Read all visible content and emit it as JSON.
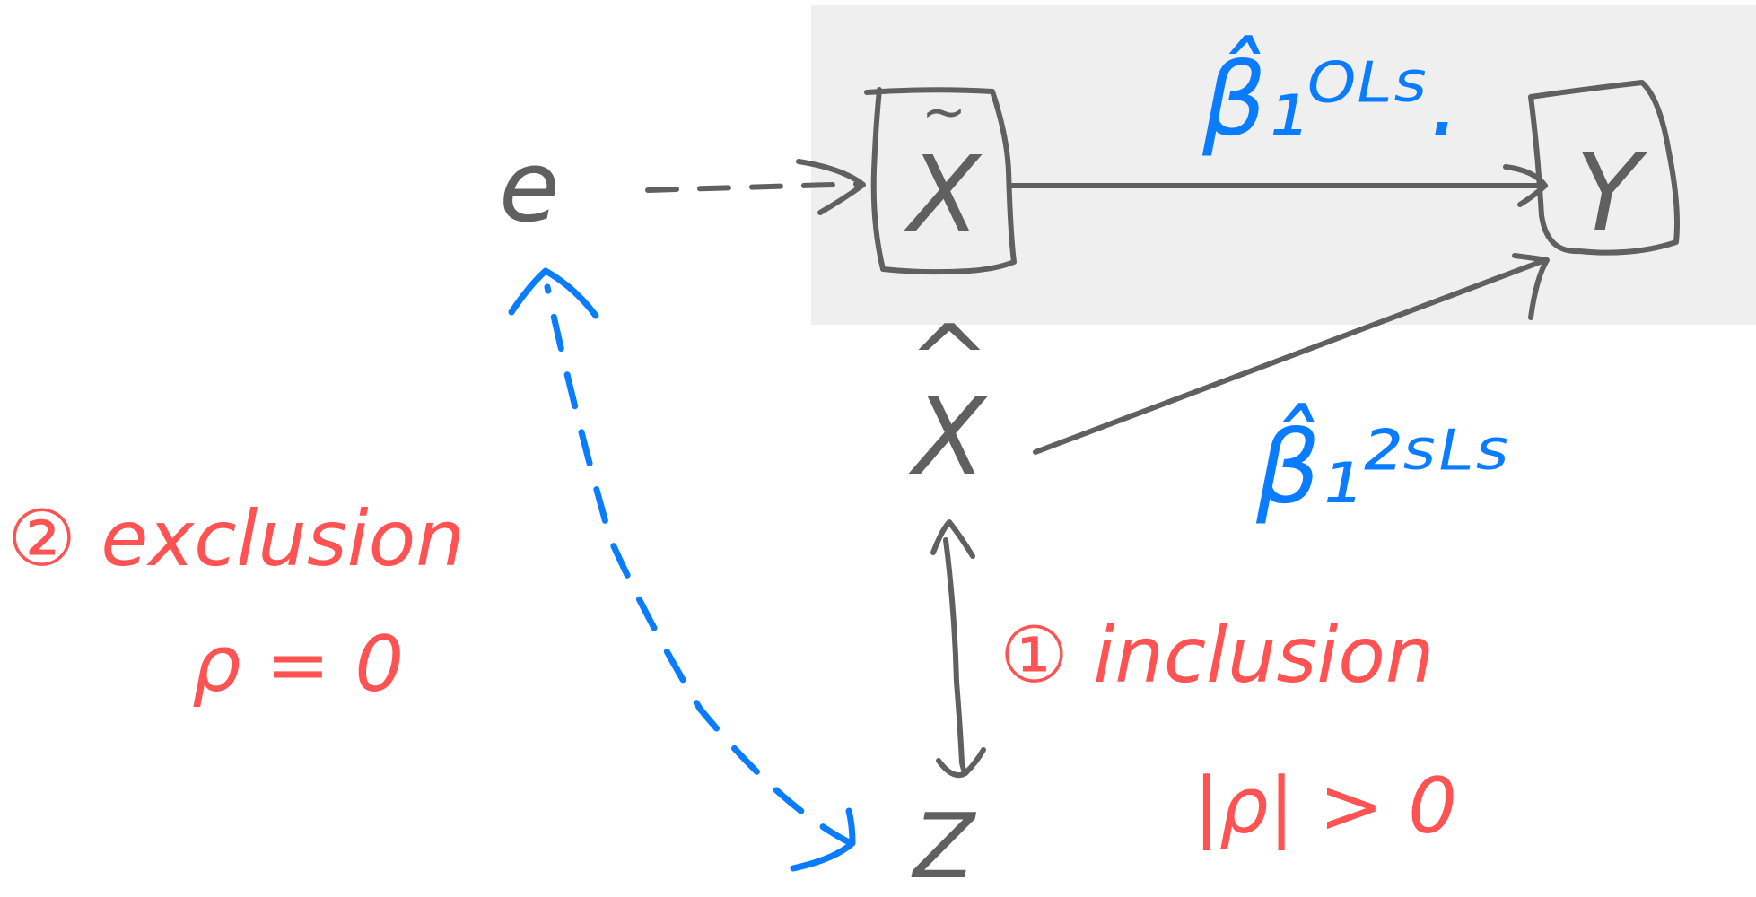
{
  "colors": {
    "background": "#ffffff",
    "box_fill": "#efefef",
    "ink_gray": "#606060",
    "ink_blue": "#0a7cff",
    "ink_red": "#ff5252"
  },
  "nodes": {
    "e": "e",
    "x_tilde": "X",
    "y": "Y",
    "x_hat": "X",
    "z": "Z"
  },
  "labels": {
    "beta_ols": "β̂₁ᴼᴸˢ.",
    "beta_2sls": "β̂₁²ˢᴸˢ",
    "exclusion_title": "② exclusion",
    "exclusion_condition": "ρ = 0",
    "inclusion_title": "① inclusion",
    "inclusion_condition": "|ρ| > 0"
  },
  "marks": {
    "x_tilde": "~",
    "x_hat": "^"
  }
}
